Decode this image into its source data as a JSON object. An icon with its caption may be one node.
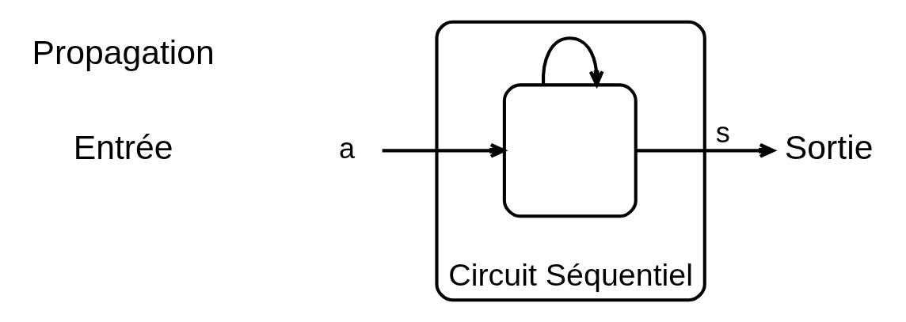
{
  "diagram": {
    "nodes": [
      {
        "text": [
          "Circuit Séquentiel"
        ]
      },
      {
        "text": [],
        "shape": "box",
        "in": 0
      },
      {
        "text": [
          "a"
        ]
      },
      {
        "text": [
          "Sortie"
        ]
      }
    ],
    "edges": [
      {
        "from": 2,
        "to": 1,
        "arrow": "to"
      },
      {
        "from": 1,
        "to": 3,
        "arrow": "to",
        "label": "s"
      },
      {
        "from": 1,
        "to": 1,
        "arrow": "to"
      }
    ],
    "labels": [
      "Propagation",
      "Entrée"
    ]
  }
}
